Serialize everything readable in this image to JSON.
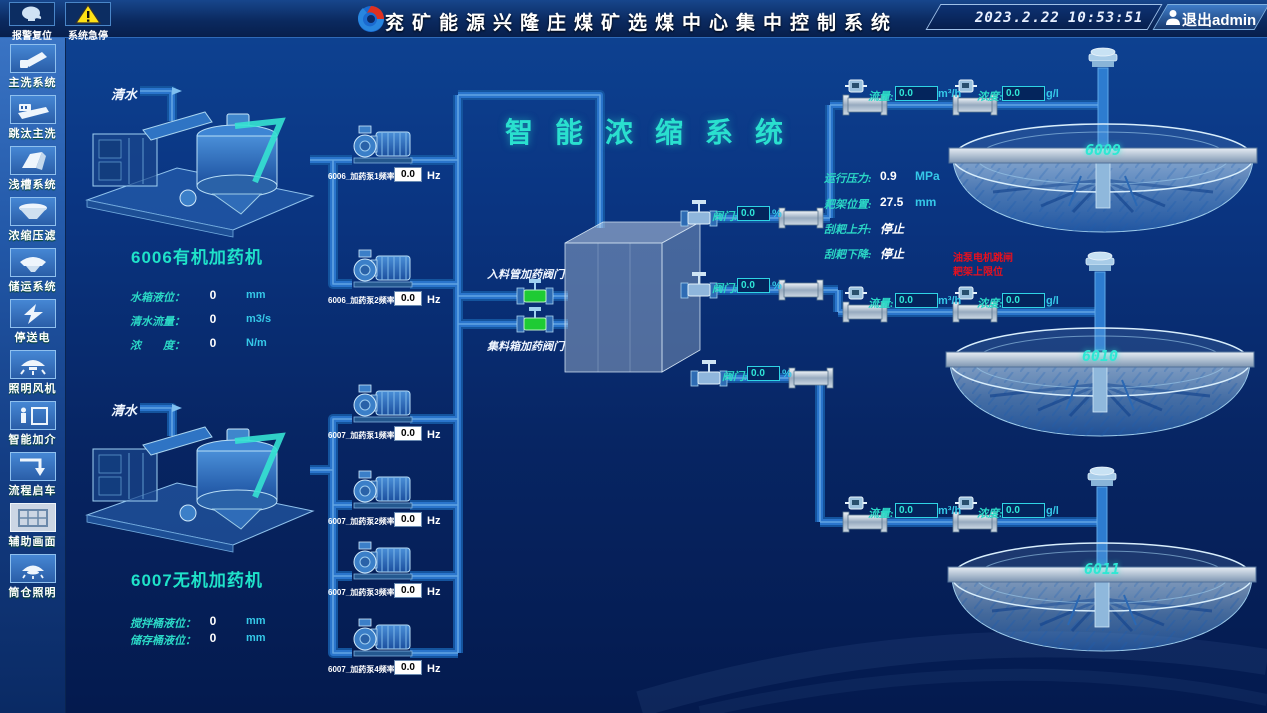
{
  "topbar": {
    "alarm_reset": "报警复位",
    "estop": "系统急停",
    "title": "兖矿能源兴隆庄煤矿选煤中心集中控制系统",
    "date": "2023.2.22",
    "time": "10:53:51",
    "logout": "退出admin"
  },
  "sidebar": {
    "items": [
      {
        "label": "主洗系统"
      },
      {
        "label": "跳汰主洗"
      },
      {
        "label": "浅槽系统"
      },
      {
        "label": "浓缩压滤"
      },
      {
        "label": "储运系统"
      },
      {
        "label": "停送电"
      },
      {
        "label": "照明风机"
      },
      {
        "label": "智能加介"
      },
      {
        "label": "流程启车"
      },
      {
        "label": "辅助画面",
        "selected": true
      },
      {
        "label": "筒仓照明"
      }
    ]
  },
  "main": {
    "title": "智能浓缩系统",
    "clear_water_top": "清水",
    "clear_water_bottom": "清水",
    "machine_6006": {
      "name": "6006有机加药机",
      "params": [
        {
          "label": "水箱液位：",
          "value": "0",
          "unit": "mm"
        },
        {
          "label": "清水流量：",
          "value": "0",
          "unit": "m3/s"
        },
        {
          "label": "浓　　度：",
          "value": "0",
          "unit": "N/m"
        }
      ]
    },
    "machine_6007": {
      "name": "6007无机加药机",
      "params": [
        {
          "label": "搅拌桶液位：",
          "value": "0",
          "unit": "mm"
        },
        {
          "label": "储存桶液位：",
          "value": "0",
          "unit": "mm"
        }
      ]
    },
    "pumps": [
      {
        "label": "6006_加药泵1频率",
        "value": "0.0",
        "unit": "Hz"
      },
      {
        "label": "6006_加药泵2频率",
        "value": "0.0",
        "unit": "Hz"
      },
      {
        "label": "6007_加药泵1频率",
        "value": "0.0",
        "unit": "Hz"
      },
      {
        "label": "6007_加药泵2频率",
        "value": "0.0",
        "unit": "Hz"
      },
      {
        "label": "6007_加药泵3频率",
        "value": "0.0",
        "unit": "Hz"
      },
      {
        "label": "6007_加药泵4频率",
        "value": "0.0",
        "unit": "Hz"
      }
    ],
    "dosing_valves": [
      {
        "label": "入料管加药阀门"
      },
      {
        "label": "集料箱加药阀门"
      }
    ],
    "outlet_valves": [
      {
        "label": "阀门:",
        "value": "0.0",
        "unit": "%"
      },
      {
        "label": "阀门:",
        "value": "0.0",
        "unit": "%"
      },
      {
        "label": "阀门:",
        "value": "0.0",
        "unit": "%"
      }
    ],
    "flow_rows": [
      {
        "flow_label": "流量:",
        "flow_value": "0.0",
        "flow_unit": "m³/h",
        "density_label": "浓度:",
        "density_value": "0.0",
        "density_unit": "g/l"
      },
      {
        "flow_label": "流量:",
        "flow_value": "0.0",
        "flow_unit": "m³/h",
        "density_label": "浓度:",
        "density_value": "0.0",
        "density_unit": "g/l"
      },
      {
        "flow_label": "流量:",
        "flow_value": "0.0",
        "flow_unit": "m³/h",
        "density_label": "浓度:",
        "density_value": "0.0",
        "density_unit": "g/l"
      }
    ],
    "status": {
      "rows": [
        {
          "label": "运行压力:",
          "value": "0.9",
          "unit": "MPa"
        },
        {
          "label": "耙架位置:",
          "value": "27.5",
          "unit": "mm"
        },
        {
          "label": "刮耙上升:",
          "value": "停止",
          "unit": ""
        },
        {
          "label": "刮耙下降:",
          "value": "停止",
          "unit": ""
        }
      ],
      "alarms": [
        "油泵电机跳闸",
        "耙架上限位"
      ]
    },
    "thickeners": [
      {
        "id": "6009"
      },
      {
        "id": "6010"
      },
      {
        "id": "6011"
      }
    ]
  },
  "colors": {
    "accent": "#2ae0cf",
    "alarm": "#e8101e",
    "pipe": "#2a75cc",
    "valve_open": "#1ecb34"
  }
}
